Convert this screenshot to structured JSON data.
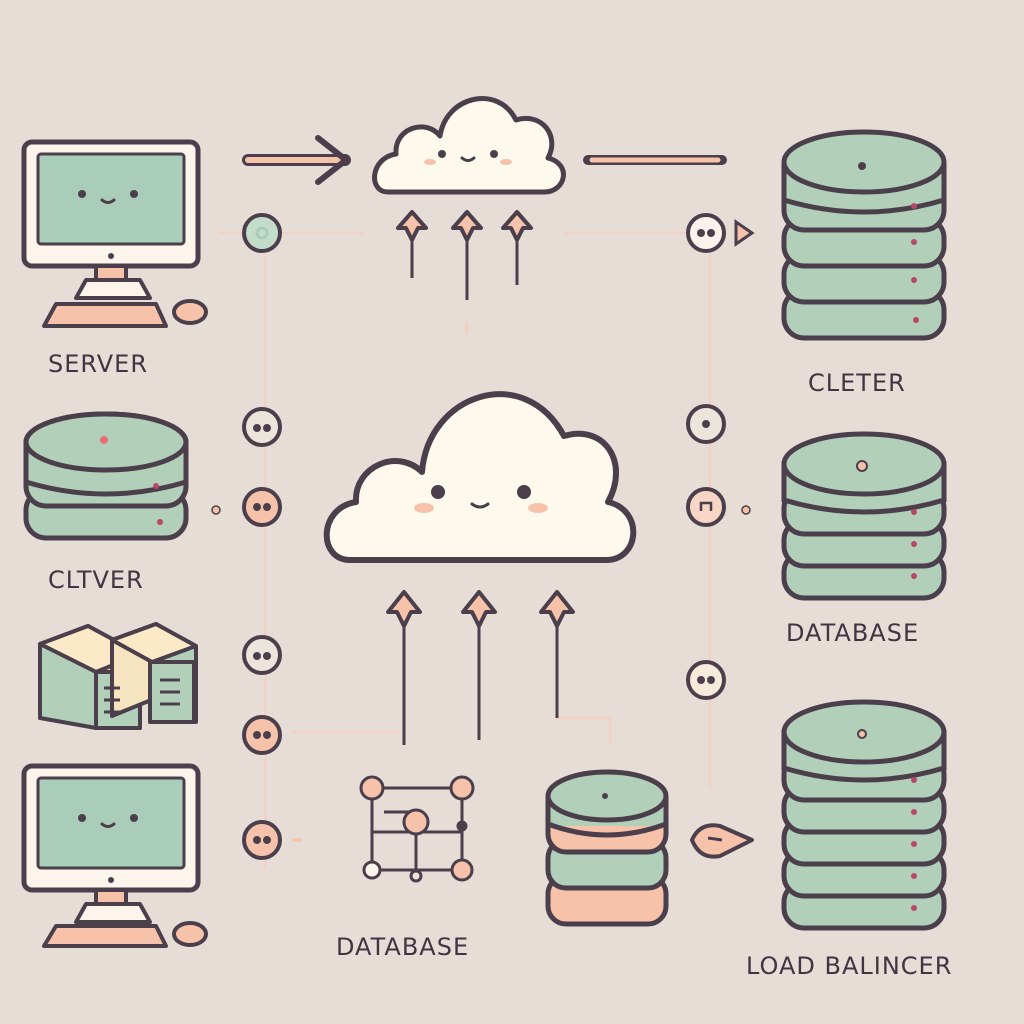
{
  "colors": {
    "background": "#e6ddd6",
    "outline": "#4b3f4c",
    "screen_green": "#a9cdb8",
    "drum_green": "#b2cfba",
    "peach": "#f6c2aa",
    "cloud_fill": "#fdf9ec",
    "connector_line": "#f1d2c6",
    "red_light": "#b8486a"
  },
  "labels": {
    "server": "SERVER",
    "cltver": "CLTVER",
    "cleter": "CLETER",
    "database_right": "DATABASE",
    "database_bottom": "DATABASE",
    "load_balancer": "LOAD BALINCER"
  },
  "icons": [
    "computer-monitor-icon",
    "database-stack-icon",
    "server-tower-icon",
    "cloud-icon",
    "network-nodes-icon",
    "arrow-icon"
  ]
}
